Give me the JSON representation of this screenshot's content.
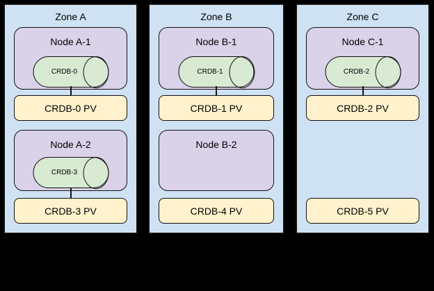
{
  "colors": {
    "canvas_bg": "#000000",
    "zone_fill": "#cfe2f3",
    "node_fill": "#d9d2e9",
    "cylinder_fill": "#d9ead3",
    "pv_fill": "#fff2cc",
    "border": "#111111"
  },
  "zones": [
    {
      "title": "Zone A",
      "rows": [
        {
          "node": {
            "label": "Node A-1",
            "cylinder": "CRDB-0"
          },
          "connector": true,
          "pv": "CRDB-0 PV"
        },
        {
          "node": {
            "label": "Node A-2",
            "cylinder": "CRDB-3"
          },
          "connector": true,
          "pv": "CRDB-3 PV"
        }
      ]
    },
    {
      "title": "Zone B",
      "rows": [
        {
          "node": {
            "label": "Node B-1",
            "cylinder": "CRDB-1"
          },
          "connector": true,
          "pv": "CRDB-1 PV"
        },
        {
          "node": {
            "label": "Node B-2",
            "cylinder": null
          },
          "connector": false,
          "pv": "CRDB-4 PV"
        }
      ]
    },
    {
      "title": "Zone C",
      "rows": [
        {
          "node": {
            "label": "Node C-1",
            "cylinder": "CRDB-2"
          },
          "connector": true,
          "pv": "CRDB-2 PV"
        },
        {
          "node": null,
          "connector": false,
          "pv": "CRDB-5 PV"
        }
      ]
    }
  ]
}
